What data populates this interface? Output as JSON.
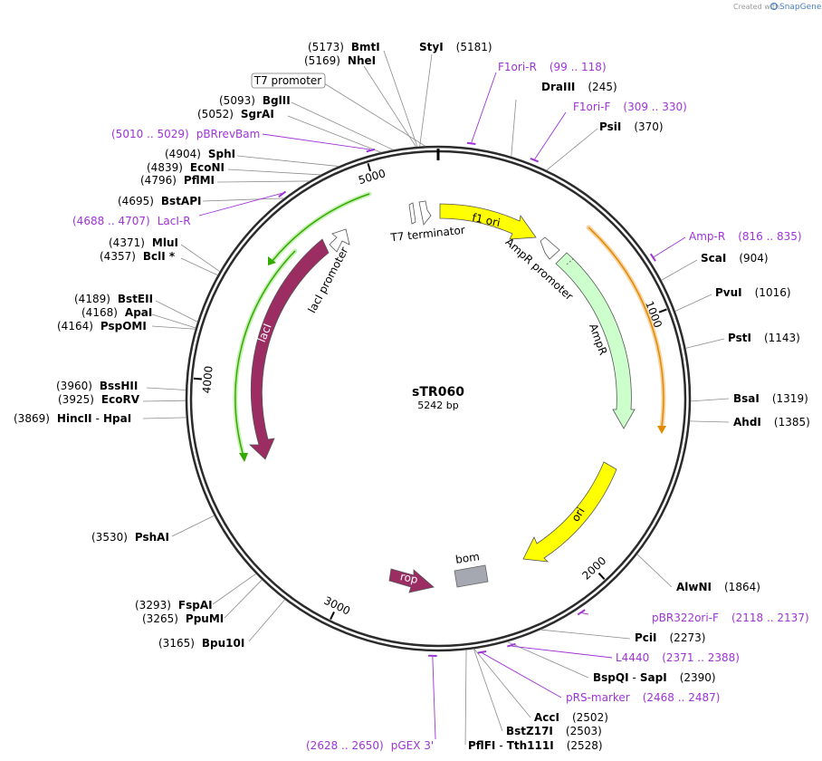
{
  "plasmid": {
    "name": "sTR060",
    "length_label": "5242 bp",
    "length": 5242
  },
  "credit": {
    "prefix": "Created with",
    "brand": "SnapGene"
  },
  "colors": {
    "backbone": "#2b2b2b",
    "primer": "#9e34d6",
    "yellow": "#ffff00",
    "ampr": "#ccffcc",
    "laci": "#9b2d63",
    "bom": "#a5a8b0",
    "green_line": "#33aa00",
    "orange_line": "#e08a00"
  },
  "ticks": [
    {
      "bp": 1000,
      "label": "1000"
    },
    {
      "bp": 2000,
      "label": "2000"
    },
    {
      "bp": 3000,
      "label": "3000"
    },
    {
      "bp": 4000,
      "label": "4000"
    },
    {
      "bp": 5000,
      "label": "5000"
    }
  ],
  "sites": [
    {
      "pos": "(5173)",
      "name": "BmtI"
    },
    {
      "pos": "(5181)",
      "name": "StyI"
    },
    {
      "pos": "(5169)",
      "name": "NheI"
    },
    {
      "pos": "(245)",
      "name": "DraIII"
    },
    {
      "pos": "(370)",
      "name": "PsiI"
    },
    {
      "pos": "(5093)",
      "name": "BglII"
    },
    {
      "pos": "(5052)",
      "name": "SgrAI"
    },
    {
      "pos": "(4904)",
      "name": "SphI"
    },
    {
      "pos": "(4839)",
      "name": "EcoNI"
    },
    {
      "pos": "(4796)",
      "name": "PflMI"
    },
    {
      "pos": "(4695)",
      "name": "BstAPI"
    },
    {
      "pos": "(904)",
      "name": "ScaI"
    },
    {
      "pos": "(1016)",
      "name": "PvuI"
    },
    {
      "pos": "(4371)",
      "name": "MluI"
    },
    {
      "pos": "(4357)",
      "name": "BclI *"
    },
    {
      "pos": "(1143)",
      "name": "PstI"
    },
    {
      "pos": "(4189)",
      "name": "BstEII"
    },
    {
      "pos": "(4168)",
      "name": "ApaI"
    },
    {
      "pos": "(4164)",
      "name": "PspOMI"
    },
    {
      "pos": "(1319)",
      "name": "BsaI"
    },
    {
      "pos": "(1385)",
      "name": "AhdI"
    },
    {
      "pos": "(3960)",
      "name": "BssHII"
    },
    {
      "pos": "(3925)",
      "name": "EcoRV"
    },
    {
      "pos": "(3869)",
      "name": "HincII",
      "name2": "HpaI"
    },
    {
      "pos": "(3530)",
      "name": "PshAI"
    },
    {
      "pos": "(1864)",
      "name": "AlwNI"
    },
    {
      "pos": "(3293)",
      "name": "FspAI"
    },
    {
      "pos": "(3265)",
      "name": "PpuMI"
    },
    {
      "pos": "(3165)",
      "name": "Bpu10I"
    },
    {
      "pos": "(2273)",
      "name": "PciI"
    },
    {
      "pos": "(2390)",
      "name": "BspQI",
      "name2": "SapI"
    },
    {
      "pos": "(2502)",
      "name": "AccI"
    },
    {
      "pos": "(2503)",
      "name": "BstZ17I"
    },
    {
      "pos": "(2528)",
      "name": "PflFI",
      "name2": "Tth111I"
    }
  ],
  "primers": [
    {
      "name": "F1ori-R",
      "range": "(99 .. 118)"
    },
    {
      "name": "F1ori-F",
      "range": "(309 .. 330)"
    },
    {
      "name": "pBRrevBam",
      "range": "(5010 .. 5029)"
    },
    {
      "name": "LacI-R",
      "range": "(4688 .. 4707)"
    },
    {
      "name": "Amp-R",
      "range": "(816 .. 835)"
    },
    {
      "name": "pBR322ori-F",
      "range": "(2118 .. 2137)"
    },
    {
      "name": "L4440",
      "range": "(2371 .. 2388)"
    },
    {
      "name": "pRS-marker",
      "range": "(2468 .. 2487)"
    },
    {
      "name": "pGEX 3'",
      "range": "(2628 .. 2650)"
    }
  ],
  "features": [
    {
      "name": "f1 ori"
    },
    {
      "name": "AmpR promoter"
    },
    {
      "name": "AmpR"
    },
    {
      "name": "ori"
    },
    {
      "name": "bom"
    },
    {
      "name": "rop"
    },
    {
      "name": "lacI"
    },
    {
      "name": "lacI promoter"
    },
    {
      "name": "T7 terminator"
    },
    {
      "name": "T7 promoter"
    }
  ]
}
